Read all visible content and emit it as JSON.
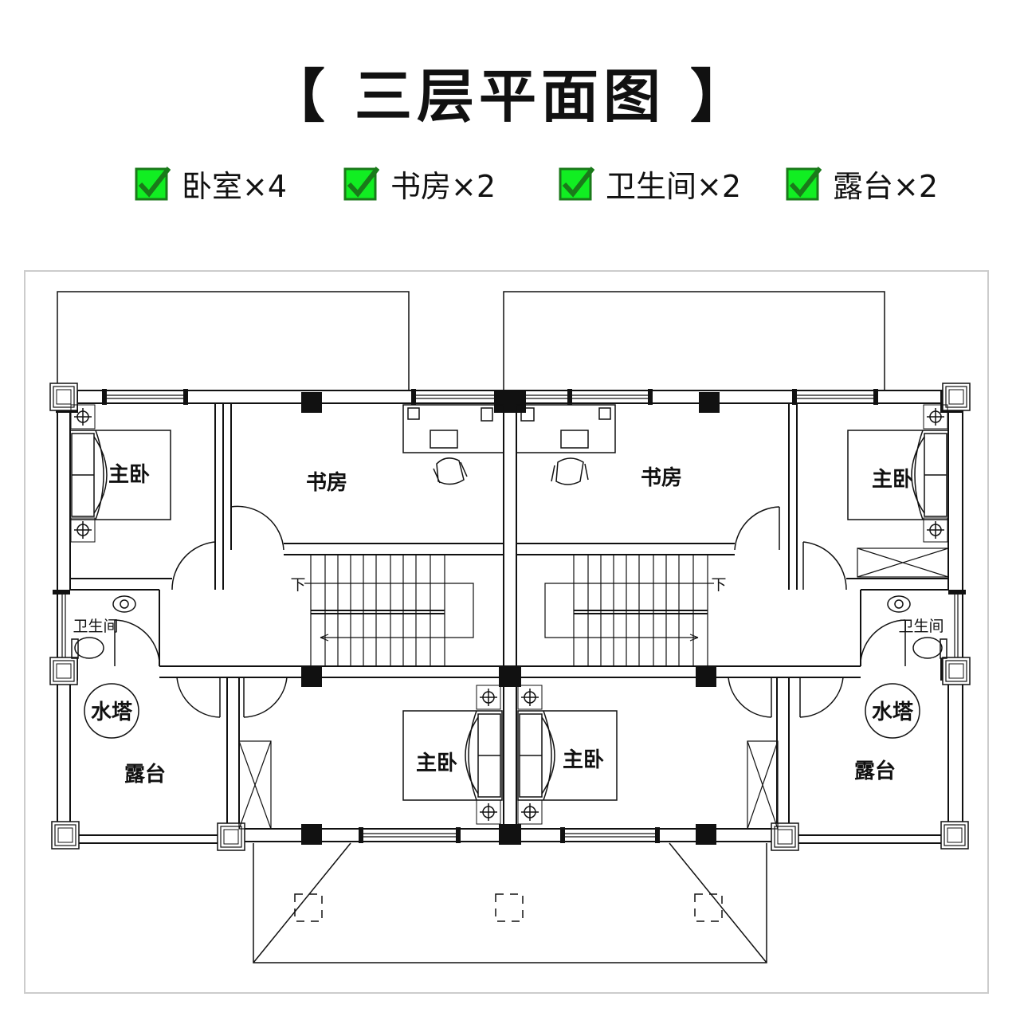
{
  "title": "【 三层平面图 】",
  "features": [
    {
      "label": "卧室×4"
    },
    {
      "label": "书房×2"
    },
    {
      "label": "卫生间×2"
    },
    {
      "label": "露台×2"
    }
  ],
  "rooms": {
    "master_left_top": "主卧",
    "study_left": "书房",
    "study_right": "书房",
    "master_right_top": "主卧",
    "bath_left": "卫生间",
    "bath_right": "卫生间",
    "water_tower_left": "水塔",
    "water_tower_right": "水塔",
    "terrace_left": "露台",
    "terrace_right": "露台",
    "master_center_left": "主卧",
    "master_center_right": "主卧"
  },
  "stairs": {
    "down_left": "下",
    "down_right": "下"
  },
  "colors": {
    "check_fill": "#11ee22",
    "check_mark": "#1a7a1a",
    "line": "#111111",
    "frame": "#cccccc"
  }
}
